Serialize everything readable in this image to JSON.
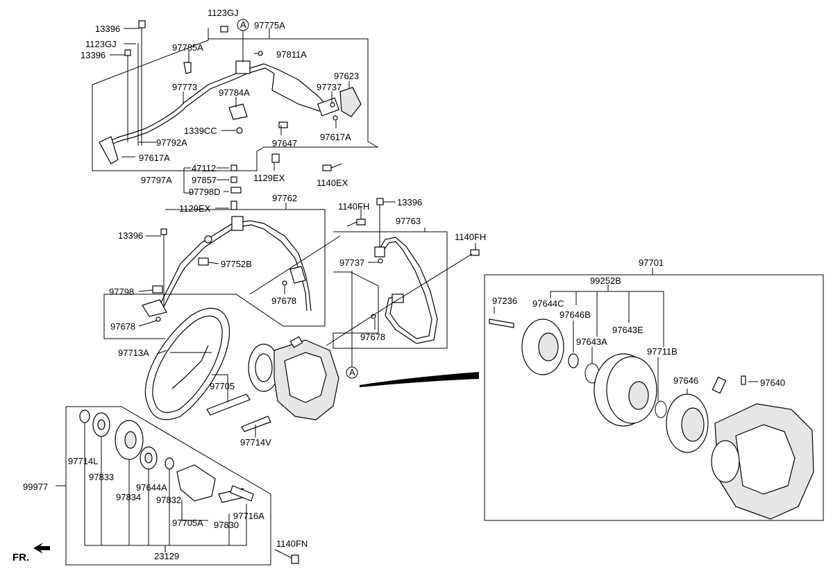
{
  "diagram": {
    "labels": {
      "p13396_a": "13396",
      "p1123gj_a": "1123GJ",
      "p13396_b": "13396",
      "p1123gj_b": "1123GJ",
      "p97775a": "97775A",
      "p97785a": "97785A",
      "p97811a": "97811A",
      "p97773": "97773",
      "p97784a": "97784A",
      "p97623": "97623",
      "p97737_a": "97737",
      "p1339cc": "1339CC",
      "p97792a": "97792A",
      "p97647": "97647",
      "p97617a_a": "97617A",
      "p97617a_b": "97617A",
      "p1129ex_a": "1129EX",
      "p1140ex": "1140EX",
      "p47112": "47112",
      "p97797a": "97797A",
      "p97857": "97857",
      "p97798d": "97798D",
      "p1129ex_b": "1129EX",
      "p97762": "97762",
      "p1140fh_a": "1140FH",
      "p13396_c": "13396",
      "p13396_d": "13396",
      "p97763": "97763",
      "p1140fh_b": "1140FH",
      "p97752b": "97752B",
      "p97737_b": "97737",
      "p97798": "97798",
      "p97678_a": "97678",
      "p97678_b": "97678",
      "p97678_c": "97678",
      "p97713a": "97713A",
      "p97705": "97705",
      "p97714v": "97714V",
      "p97701": "97701",
      "p99252b": "99252B",
      "p97236": "97236",
      "p97644c": "97644C",
      "p97646b": "97646B",
      "p97643e": "97643E",
      "p97643a": "97643A",
      "p97711b": "97711B",
      "p97646": "97646",
      "p97640": "97640",
      "p99977": "99977",
      "p97714l": "97714L",
      "p97833": "97833",
      "p97834": "97834",
      "p97644a": "97644A",
      "p97832": "97832",
      "p97705a": "97705A",
      "p97830": "97830",
      "p97716a": "97716A",
      "p23129": "23129",
      "p1140fn": "1140FN",
      "fr": "FR.",
      "callout_a_top": "A",
      "callout_a_mid": "A"
    }
  }
}
